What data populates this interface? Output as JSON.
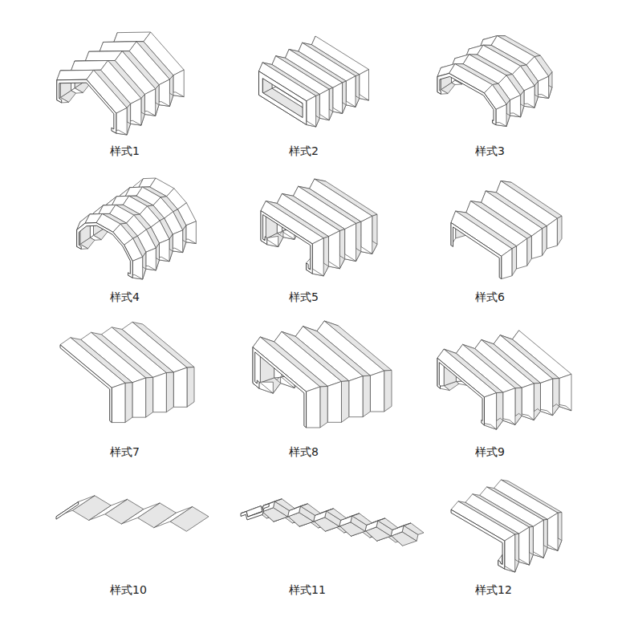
{
  "diagram": {
    "labels": [
      "样式1",
      "样式2",
      "样式3",
      "样式4",
      "样式5",
      "样式6",
      "样式7",
      "样式8",
      "样式9",
      "样式10",
      "样式11",
      "样式12"
    ]
  }
}
